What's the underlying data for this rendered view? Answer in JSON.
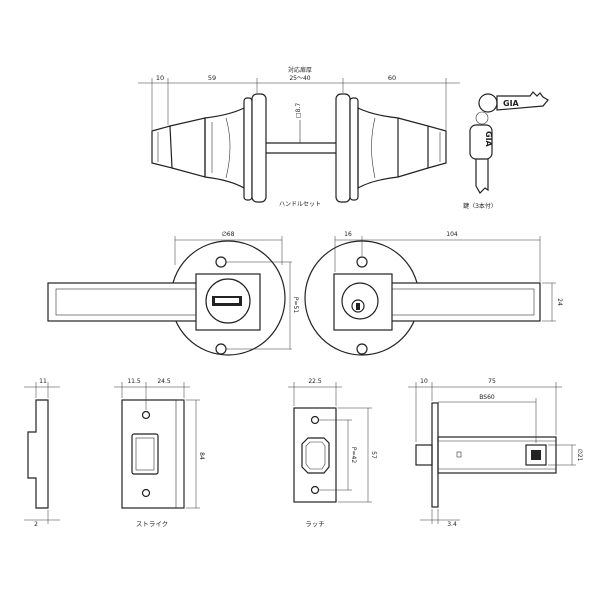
{
  "labels": {
    "door_thickness_title": "対応扉厚",
    "door_thickness_range": "25～40",
    "handle_set": "ハンドルセット",
    "key_note": "鍵（3本付）",
    "brand": "GIA",
    "strike": "ストライク",
    "latch": "ラッチ"
  },
  "dimensions": {
    "top_left_10": "10",
    "top_59": "59",
    "top_60": "60",
    "spindle": "□8.7",
    "rose_dia": "∅68",
    "lever_16": "16",
    "lever_104": "104",
    "lever_24": "24",
    "pitch_51": "P=51",
    "strike_11": "11",
    "strike_2": "2",
    "strike_11_5": "11.5",
    "strike_24_5": "24.5",
    "strike_84": "84",
    "latch_22_5": "22.5",
    "latch_57": "57",
    "latch_p42": "P=42",
    "body_10": "10",
    "body_75": "75",
    "backset": "BS60",
    "body_dia21": "∅21",
    "body_3_4": "3.4"
  }
}
